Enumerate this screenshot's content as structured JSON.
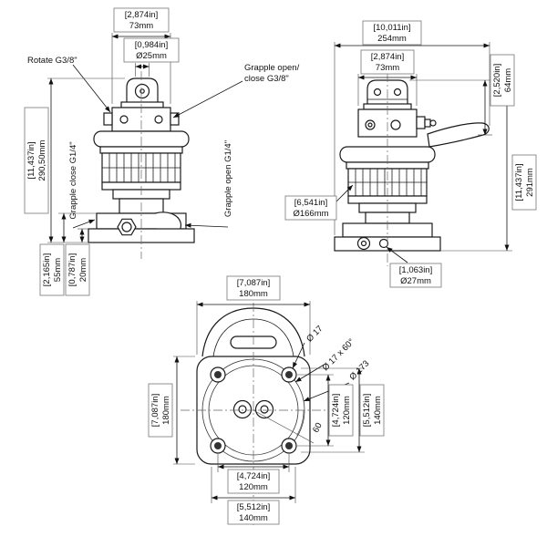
{
  "front_view": {
    "dim_width73": {
      "in": "[2,874in]",
      "mm": "73mm"
    },
    "dim_dia25": {
      "in": "[0,984in]",
      "mm": "Ø25mm"
    },
    "label_rotate": "Rotate G3/8\"",
    "label_grapple_open_close_1": "Grapple open/",
    "label_grapple_open_close_2": "close G3/8\"",
    "label_grapple_close": "Grapple close G1/4\"",
    "label_grapple_open": "Grapple open G1/4\"",
    "dim_height290": {
      "in": "[11,437in]",
      "mm": "290,50mm"
    },
    "dim_height55": {
      "in": "[2,165in]",
      "mm": "55mm"
    },
    "dim_height20": {
      "in": "[0,787in]",
      "mm": "20mm"
    }
  },
  "side_view": {
    "dim_width254": {
      "in": "[10,011in]",
      "mm": "254mm"
    },
    "dim_width73": {
      "in": "[2,874in]",
      "mm": "73mm"
    },
    "dim_height64": {
      "in": "[2,520in]",
      "mm": "64mm"
    },
    "dim_height291": {
      "in": "[11,437in]",
      "mm": "291mm"
    },
    "dim_dia166": {
      "in": "[6,541in]",
      "mm": "Ø166mm"
    },
    "dim_dia27": {
      "in": "[1,063in]",
      "mm": "Ø27mm"
    }
  },
  "bottom_view": {
    "dim_width180": {
      "in": "[7,087in]",
      "mm": "180mm"
    },
    "dim_height180": {
      "in": "[7,087in]",
      "mm": "180mm"
    },
    "label_dia17": "Ø 17",
    "label_dia17x60": "Ø 17 x 60°",
    "label_dia173": "Ø 173",
    "label_angle60": "60",
    "dim_right120": {
      "in": "[4,724in]",
      "mm": "120mm"
    },
    "dim_right140": {
      "in": "[5,512in]",
      "mm": "140mm"
    },
    "dim_bottom120": {
      "in": "[4,724in]",
      "mm": "120mm"
    },
    "dim_bottom140": {
      "in": "[5,512in]",
      "mm": "140mm"
    }
  }
}
